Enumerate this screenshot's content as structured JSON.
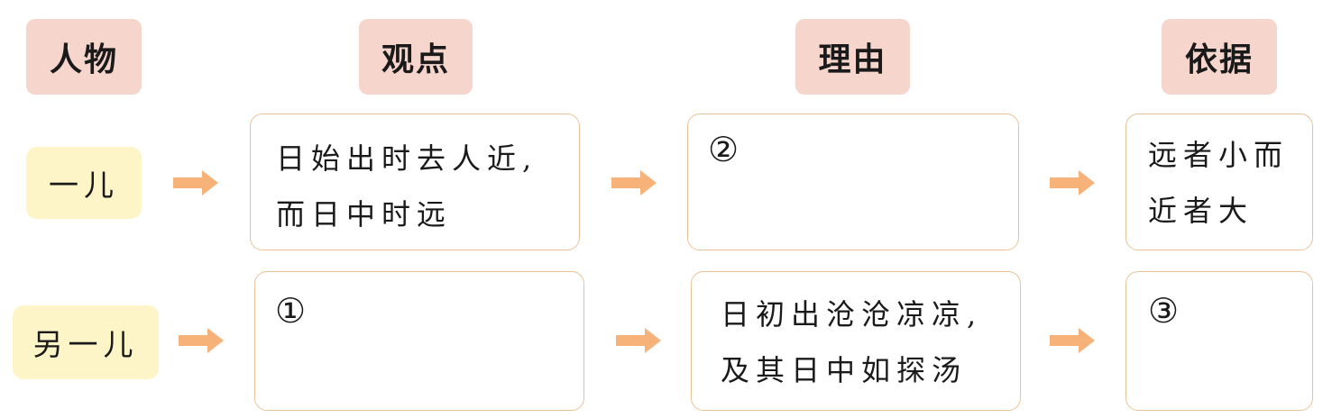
{
  "headers": {
    "person": "人物",
    "viewpoint": "观点",
    "reason": "理由",
    "basis": "依据"
  },
  "rows": [
    {
      "person": "一儿",
      "viewpoint": [
        "日始出时去人近,",
        "而日中时远"
      ],
      "reason": [
        "②"
      ],
      "basis": [
        "远者小而",
        "近者大"
      ]
    },
    {
      "person": "另一儿",
      "viewpoint": [
        "①"
      ],
      "reason": [
        "日初出沧沧凉凉,",
        "及其日中如探汤"
      ],
      "basis": [
        "③"
      ]
    }
  ],
  "colors": {
    "header_bg": "#f6d5cd",
    "person_bg": "#fdf5c8",
    "box_border": "#e9c398",
    "arrow": "#f7b27a"
  },
  "icons": {
    "arrow": "right-arrow-icon"
  }
}
